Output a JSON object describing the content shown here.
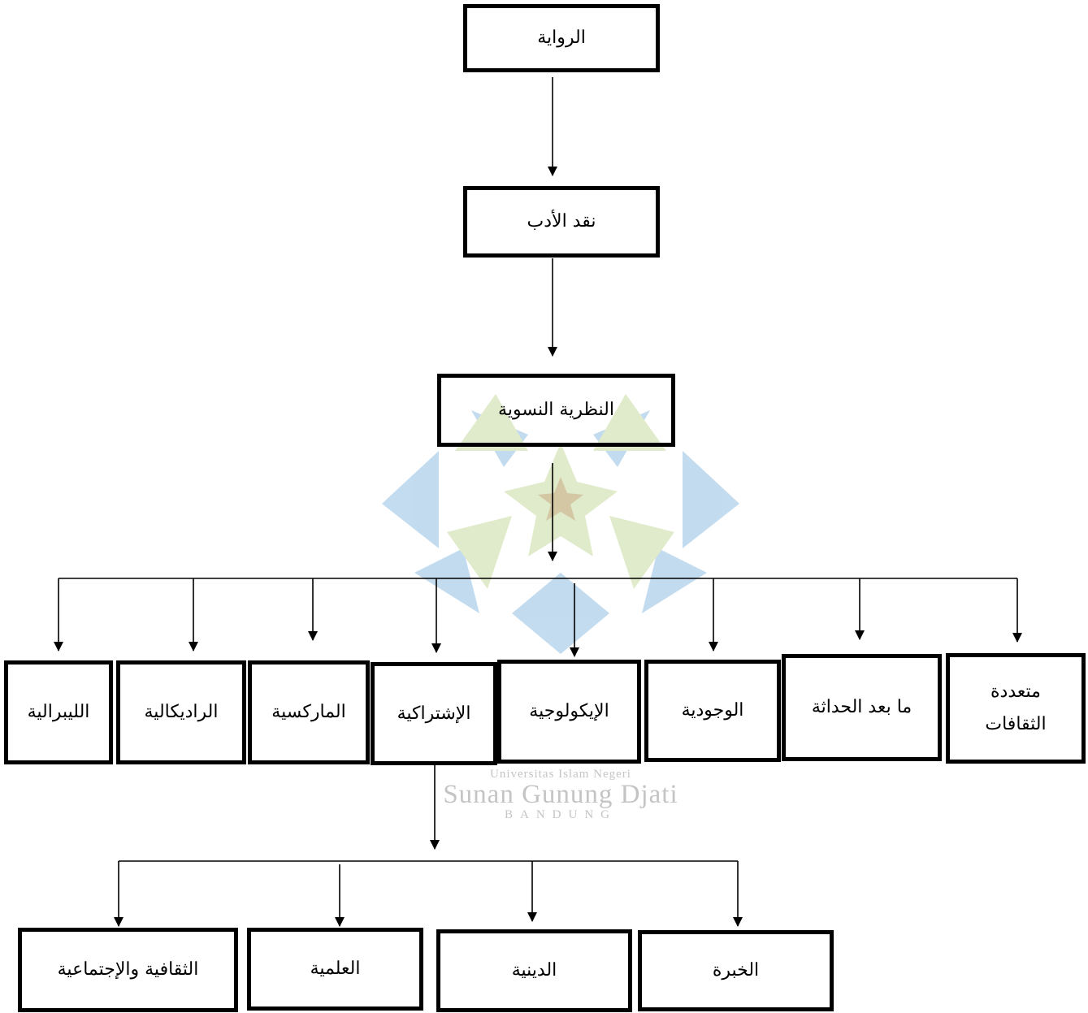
{
  "nodes": {
    "novel": "الرواية",
    "literary_criticism": "نقد الأدب",
    "feminist_theory": "النظرية النسوية",
    "multicultural": "متعددة الثقافات",
    "postmodern": "ما بعد الحداثة",
    "existential": "الوجودية",
    "ecological": "الإيكولوجية",
    "socialist": "الإشتراكية",
    "marxist": "الماركسية",
    "radical": "الراديكالية",
    "liberal": "الليبرالية",
    "experience": "الخبرة",
    "religious": "الدينية",
    "scientific": "العلمية",
    "cultural_social": "الثقافية والإجتماعية"
  },
  "watermark": {
    "line1": "Universitas Islam Negeri",
    "line2": "Sunan Gunung Djati",
    "line3": "BANDUNG",
    "colors": {
      "blue": "#bcd8ee",
      "green": "#dde9c6",
      "star": "#cfc39a"
    }
  }
}
